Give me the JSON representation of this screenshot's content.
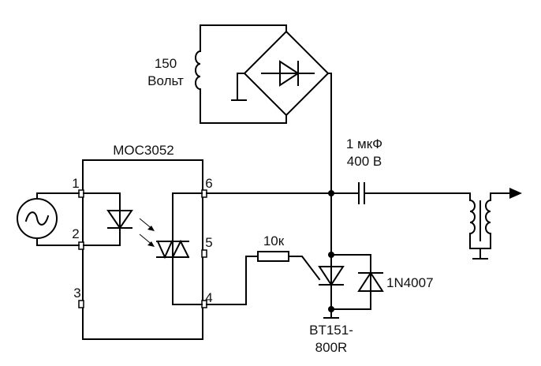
{
  "diagram": {
    "type": "circuit-schematic",
    "labels": {
      "transformer_voltage_line1": "150",
      "transformer_voltage_line2": "Вольт",
      "optocoupler": "MOC3052",
      "pin1": "1",
      "pin2": "2",
      "pin3": "3",
      "pin4": "4",
      "pin5": "5",
      "pin6": "6",
      "capacitor_line1": "1 мкФ",
      "capacitor_line2": "400 В",
      "resistor": "10к",
      "thyristor_line1": "BT151-",
      "thyristor_line2": "800R",
      "diode": "1N4007"
    },
    "components": [
      {
        "id": "ac-source",
        "kind": "AC voltage source"
      },
      {
        "id": "optocoupler",
        "kind": "optotriac",
        "part": "MOC3052"
      },
      {
        "id": "supply-transformer",
        "kind": "inductor winding",
        "value": "150 Вольт"
      },
      {
        "id": "bridge-rectifier",
        "kind": "diode bridge"
      },
      {
        "id": "capacitor",
        "kind": "capacitor",
        "value": "1 мкФ 400 В"
      },
      {
        "id": "resistor",
        "kind": "resistor",
        "value": "10к"
      },
      {
        "id": "thyristor",
        "kind": "SCR",
        "part": "BT151-800R"
      },
      {
        "id": "diode",
        "kind": "diode",
        "part": "1N4007"
      },
      {
        "id": "output-transformer",
        "kind": "transformer"
      }
    ]
  }
}
